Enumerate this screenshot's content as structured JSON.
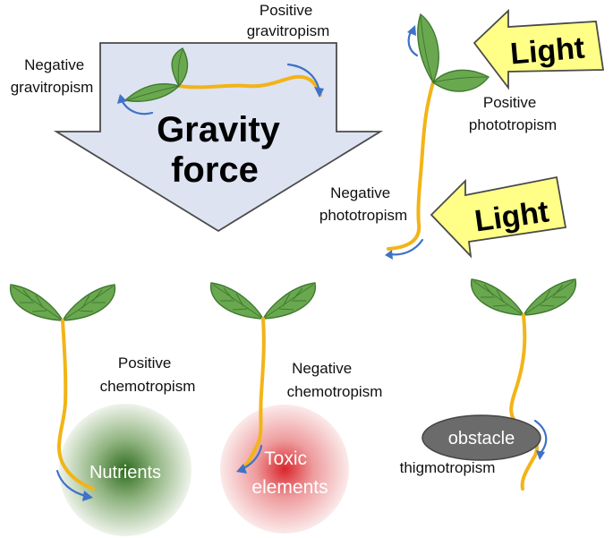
{
  "gravity": {
    "arrow_line1": "Gravity",
    "arrow_line2": "force",
    "positive_line1": "Positive",
    "positive_line2": "gravitropism",
    "negative_line1": "Negative",
    "negative_line2": "gravitropism"
  },
  "phototropism": {
    "light_top": "Light",
    "light_bottom": "Light",
    "positive_line1": "Positive",
    "positive_line2": "phototropism",
    "negative_line1": "Negative",
    "negative_line2": "phototropism"
  },
  "chemotropism": {
    "positive_line1": "Positive",
    "positive_line2": "chemotropism",
    "nutrients": "Nutrients",
    "negative_line1": "Negative",
    "negative_line2": "chemotropism",
    "toxic_line1": "Toxic",
    "toxic_line2": "elements"
  },
  "thigmotropism": {
    "obstacle": "obstacle",
    "label": "thigmotropism"
  },
  "colors": {
    "stem": "#f2b417",
    "leaf": "#6aa84f",
    "leaf_outline": "#3f7a30",
    "growth_arrow": "#3f72c8",
    "gravity_arrow_fill": "#dde3f1",
    "light_arrow_fill": "#ffff88",
    "nutrient_center": "#2e6b1e",
    "toxic_center": "#d9262b",
    "obstacle_fill": "#6b6b6b"
  }
}
